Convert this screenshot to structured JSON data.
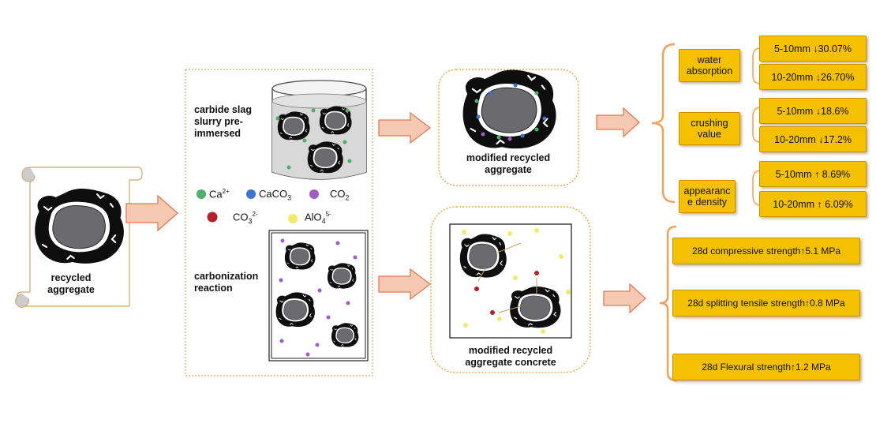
{
  "colors": {
    "gold_box": "#f5c000",
    "bracket_orange": "#f1a25a",
    "arrow_fill": "#f7c9b3",
    "arrow_stroke": "#e07a55",
    "ca_ion": "#4caf6a",
    "caco3": "#3a74d0",
    "co2": "#a25cc8",
    "co3_ion": "#b3202a",
    "alo4_ion": "#f2ea6a",
    "aggregate_core": "#6b6b6f"
  },
  "left": {
    "label": "recycled\naggregate"
  },
  "process": {
    "slurry_label": "carbide slag\nslurry pre-\nimmersed",
    "carbonization_label": "carbonization\nreaction"
  },
  "legend": {
    "ca": "Ca",
    "ca_sup": "2+",
    "caco3": "CaCO",
    "caco3_sub": "3",
    "co2": "CO",
    "co2_sub": "2",
    "co3": "CO",
    "co3_sub": "3",
    "co3_sup": "2-",
    "alo4": "AlO",
    "alo4_sub": "4",
    "alo4_sup": "5-"
  },
  "outputs": {
    "modified_aggregate": "modified recycled\naggregate",
    "modified_concrete": "modified recycled\naggregate concrete"
  },
  "properties": [
    {
      "name": "water\nabsorption",
      "results": [
        "5-10mm ↓30.07%",
        "10-20mm ↓26.70%"
      ]
    },
    {
      "name": "crushing\nvalue",
      "results": [
        "5-10mm ↓18.6%",
        "10-20mm ↓17.2%"
      ]
    },
    {
      "name": "appearanc\ne density",
      "results": [
        "5-10mm ↑ 8.69%",
        "10-20mm ↑ 6.09%"
      ]
    }
  ],
  "strengths": [
    "28d compressive strength↑5.1 MPa",
    "28d splitting tensile strength↑0.8 MPa",
    "28d Flexural strength↑1.2 MPa"
  ]
}
